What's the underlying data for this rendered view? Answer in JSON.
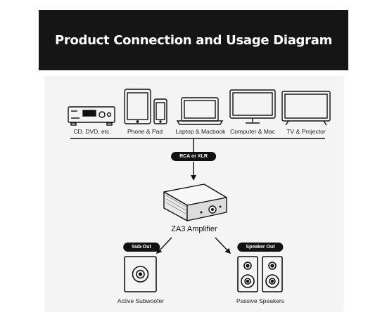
{
  "header": {
    "title": "Product Connection and Usage Diagram"
  },
  "sources": [
    {
      "label": "CD, DVD, etc.",
      "icon": "cd-player-icon"
    },
    {
      "label": "Phone & Pad",
      "icon": "phone-tablet-icon"
    },
    {
      "label": "Laptop & Macbook",
      "icon": "laptop-icon"
    },
    {
      "label": "Computer & Mac",
      "icon": "monitor-icon"
    },
    {
      "label": "TV & Projector",
      "icon": "tv-icon"
    }
  ],
  "input_connection": {
    "label": "RCA or XLR"
  },
  "amplifier": {
    "label": "ZA3 Amplifier",
    "icon": "amplifier-icon"
  },
  "outputs": [
    {
      "badge": "Sub-Out",
      "label": "Active Subwoofer",
      "icon": "subwoofer-icon"
    },
    {
      "badge": "Speaker Out",
      "label": "Passive Speakers",
      "icon": "speakers-icon"
    }
  ],
  "colors": {
    "header_bg": "#151515",
    "panel_bg": "#f4f4f4",
    "line": "#111111",
    "badge_bg": "#111111"
  }
}
